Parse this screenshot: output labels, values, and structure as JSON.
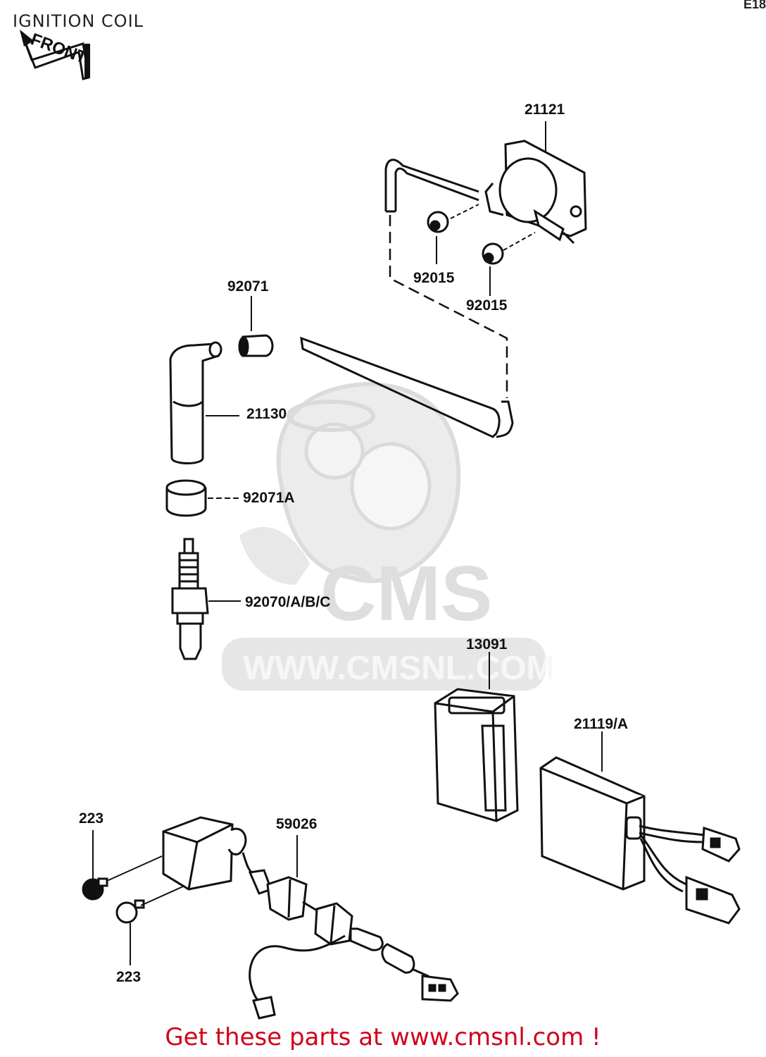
{
  "header": {
    "title": "IGNITION COIL",
    "code": "E18"
  },
  "front_label": "FRONT",
  "watermark": {
    "logo_text": "CMS",
    "url_text": "WWW.CMSNL.COM"
  },
  "parts": {
    "p21121": "21121",
    "p92015a": "92015",
    "p92015b": "92015",
    "p92071": "92071",
    "p21130": "21130",
    "p92071A": "92071A",
    "p92070": "92070/A/B/C",
    "p13091": "13091",
    "p21119": "21119/A",
    "p223a": "223",
    "p223b": "223",
    "p59026": "59026"
  },
  "footer": {
    "text": "Get these parts at www.cmsnl.com !"
  }
}
